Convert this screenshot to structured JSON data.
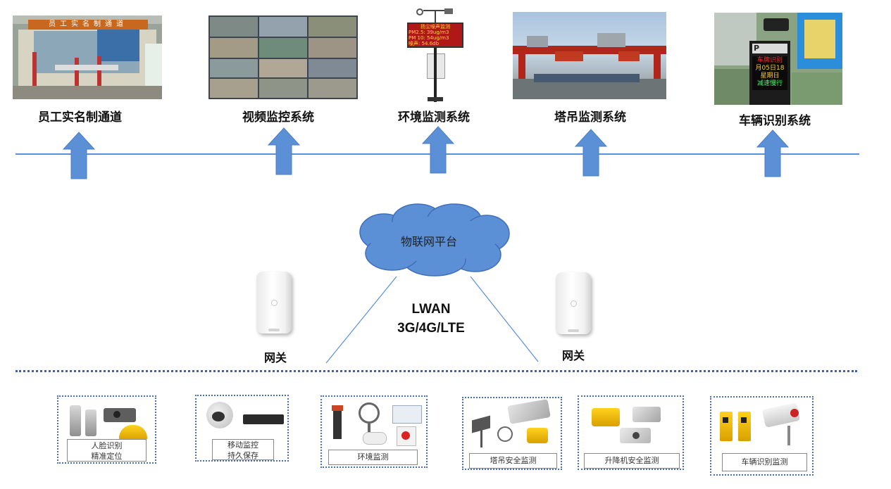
{
  "systems": [
    {
      "label": "员工实名制通道",
      "image": "staff-gate-photo"
    },
    {
      "label": "视频监控系统",
      "image": "video-wall-photo"
    },
    {
      "label": "环境监测系统",
      "image": "environment-monitor-photo"
    },
    {
      "label": "塔吊监测系统",
      "image": "crane-photo"
    },
    {
      "label": "车辆识别系统",
      "image": "vehicle-recognition-photo"
    }
  ],
  "env_display": {
    "line1": "扬尘噪声监测",
    "line2": "PM2.5: 39ug/m3",
    "line3": "PM 10: 54ug/m3",
    "line4": "噪声: 54.6db"
  },
  "vehicle_display": {
    "p": "P",
    "line1": "车牌识别",
    "line2": "月05日18",
    "line3": "星期日",
    "line4": "减速慢行"
  },
  "staff_sign": "员工实名制通道",
  "platform": {
    "label": "物联网平台"
  },
  "network": {
    "line1": "LWAN",
    "line2": "3G/4G/LTE"
  },
  "gateways": [
    {
      "label": "网关"
    },
    {
      "label": "网关"
    }
  ],
  "devices": [
    {
      "line1": "人脸识别",
      "line2": "精准定位"
    },
    {
      "line1": "移动监控",
      "line2": "持久保存"
    },
    {
      "line1": "环境监测"
    },
    {
      "line1": "塔吊安全监测"
    },
    {
      "line1": "升降机安全监测"
    },
    {
      "line1": "车辆识别监测"
    }
  ],
  "colors": {
    "bus_line": "#5b8fd6",
    "arrow": "#5b8fd6",
    "cloud_fill": "#5b8fd6",
    "dotted_line": "#3a63b8"
  }
}
